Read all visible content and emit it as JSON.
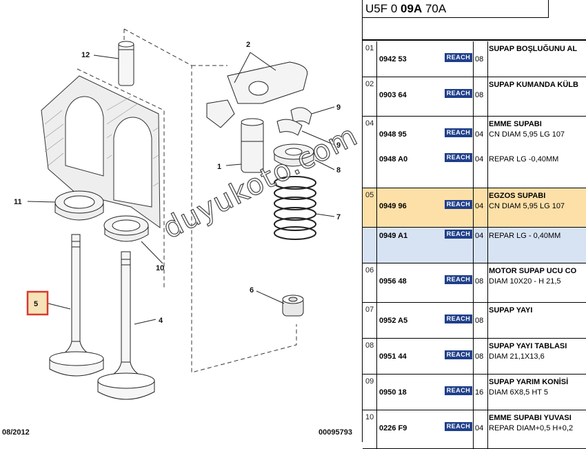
{
  "diagram": {
    "callouts": [
      "1",
      "2",
      "4",
      "5",
      "6",
      "7",
      "8",
      "9",
      "9",
      "10",
      "11",
      "12"
    ],
    "date_label": "08/2012",
    "doc_number": "00095793",
    "watermark": "duyukoto.com",
    "highlight_color": "#d9382e"
  },
  "panel": {
    "title_prefix": "U5F 0 ",
    "title_bold": "09A",
    "title_suffix": " 70A",
    "badge_label": "REACH",
    "rows": [
      {
        "index": "01",
        "name": "SUPAP BOŞLUĞUNU AL",
        "lines": [
          {
            "ref": "0942 53",
            "qty": "08",
            "desc": ""
          }
        ]
      },
      {
        "index": "02",
        "name": "SUPAP KUMANDA KÜLB",
        "lines": [
          {
            "ref": "0903 64",
            "qty": "08",
            "desc": ""
          }
        ]
      },
      {
        "index": "04",
        "name": "EMME SUPABI",
        "lines": [
          {
            "ref": "0948 95",
            "qty": "04",
            "desc": "CN DIAM 5,95 LG 107"
          },
          {
            "ref": "0948 A0",
            "qty": "04",
            "desc": "REPAR LG -0,40MM"
          }
        ]
      },
      {
        "index": "05",
        "name": "EGZOS SUPABI",
        "lines": [
          {
            "ref": "0949 96",
            "qty": "04",
            "desc": "CN DIAM 5,95 LG 107"
          }
        ]
      },
      {
        "index": "",
        "name": "",
        "lines": [
          {
            "ref": "0949 A1",
            "qty": "04",
            "desc": "REPAR LG - 0,40MM"
          }
        ]
      },
      {
        "index": "06",
        "name": "MOTOR SUPAP UCU CO",
        "lines": [
          {
            "ref": "0956 48",
            "qty": "08",
            "desc": "DIAM 10X20 - H 21,5"
          }
        ]
      },
      {
        "index": "07",
        "name": "SUPAP YAYI",
        "lines": [
          {
            "ref": "0952 A5",
            "qty": "08",
            "desc": ""
          }
        ]
      },
      {
        "index": "08",
        "name": "SUPAP YAYI TABLASI",
        "lines": [
          {
            "ref": "0951 44",
            "qty": "08",
            "desc": "DIAM 21,1X13,6"
          }
        ]
      },
      {
        "index": "09",
        "name": "SUPAP YARIM KONİSİ",
        "lines": [
          {
            "ref": "0950 18",
            "qty": "16",
            "desc": "DIAM 6X8,5 HT 5"
          }
        ]
      },
      {
        "index": "10",
        "name": "EMME SUPABI YUVASI",
        "lines": [
          {
            "ref": "0226 F9",
            "qty": "04",
            "desc": "REPAR DIAM+0,5 H+0,2"
          }
        ]
      }
    ]
  }
}
